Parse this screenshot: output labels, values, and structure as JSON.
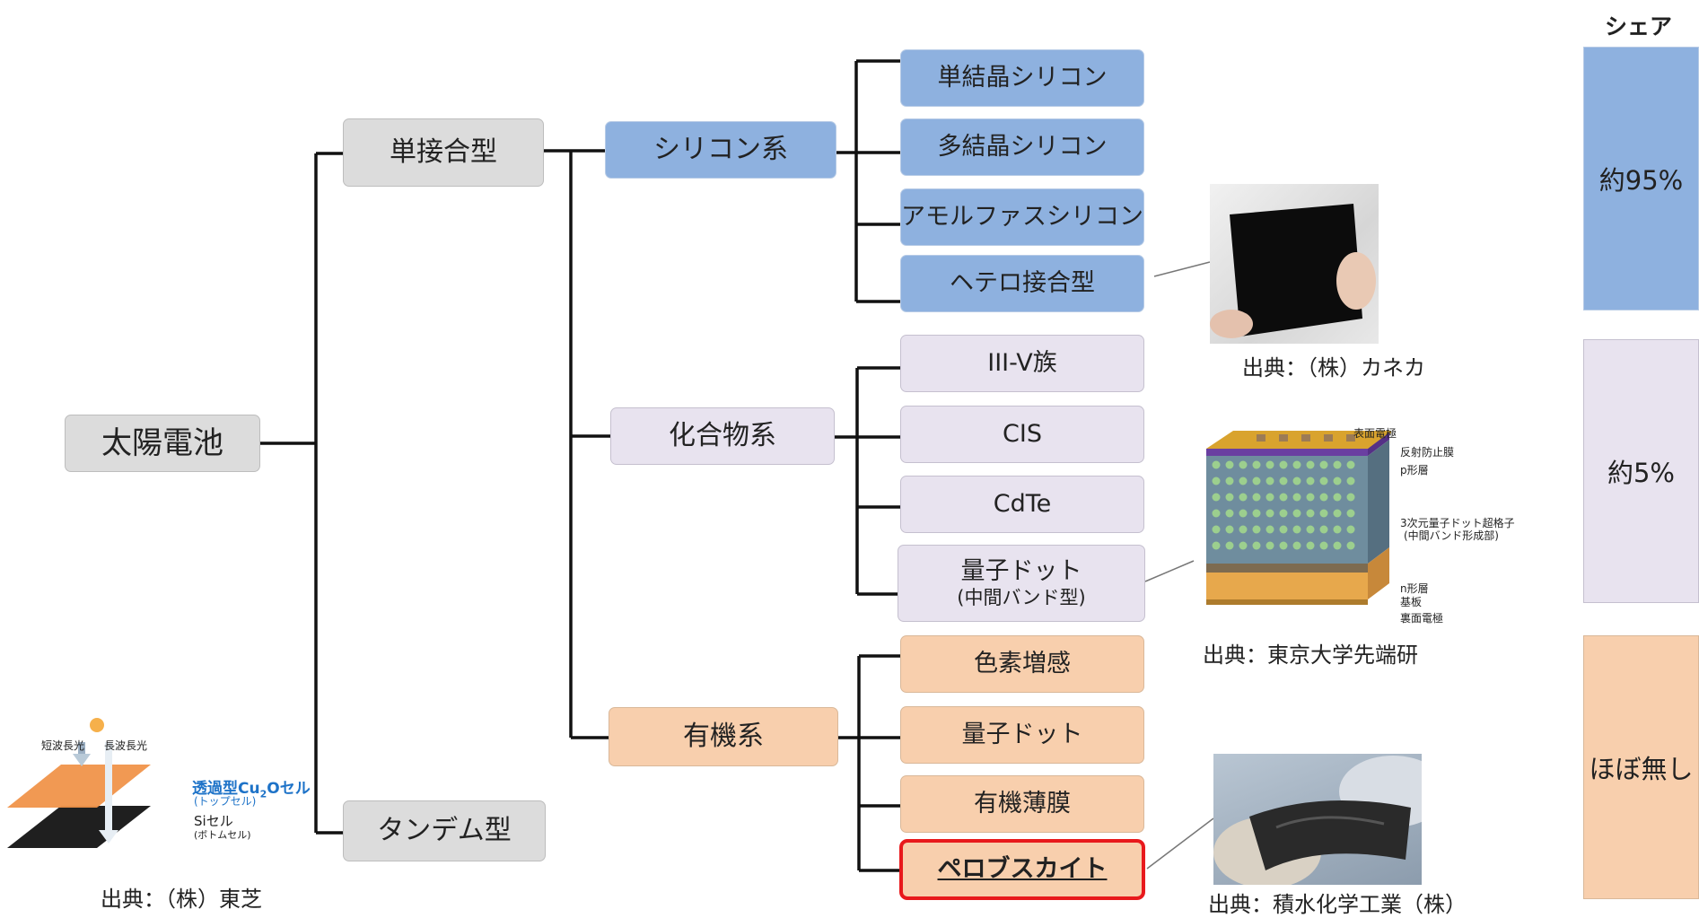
{
  "root": "太陽電池",
  "level1": {
    "single": "単接合型",
    "tandem": "タンデム型"
  },
  "level2": {
    "silicon": "シリコン系",
    "compound": "化合物系",
    "organic": "有機系"
  },
  "silicon_items": [
    "単結晶シリコン",
    "多結晶シリコン",
    "アモルファスシリコン",
    "ヘテロ接合型"
  ],
  "compound_items": [
    "III-V族",
    "CIS",
    "CdTe"
  ],
  "quantum_dot": {
    "line1": "量子ドット",
    "line2": "(中間バンド型)"
  },
  "organic_items": [
    "色素増感",
    "量子ドット",
    "有機薄膜",
    "ペロブスカイト"
  ],
  "captions": {
    "kaneka": "出典：（株）カネカ",
    "todai": "出典：東京大学先端研",
    "sekisui": "出典：積水化学工業（株）",
    "toshiba": "出典：（株）東芝"
  },
  "share": {
    "header": "シェア",
    "silicon": "約95%",
    "compound": "約5%",
    "organic": "ほぼ無し"
  },
  "toshiba_figure": {
    "short_wave": "短波長光",
    "long_wave": "長波長光",
    "cu2o_cell_a": "透過型Cu",
    "cu2o_sub": "2",
    "cu2o_cell_b": "Oセル",
    "top_cell": "(トップセル)",
    "si_cell": "Siセル",
    "bottom_cell": "(ボトムセル)"
  },
  "qd_figure": {
    "electrode_top": "表面電極",
    "anti_reflect": "反射防止膜",
    "p_layer": "p形層",
    "qd_lattice_a": "3次元量子ドット超格子",
    "qd_lattice_b": "(中間バンド形成部)",
    "n_layer": "n形層",
    "substrate": "基板",
    "electrode_back": "裏面電極"
  },
  "colors": {
    "gray": "#dcdcdc",
    "blue": "#8eb1df",
    "lavender": "#e8e3ef",
    "peach": "#f8cfad",
    "highlight": "#e8191c"
  }
}
